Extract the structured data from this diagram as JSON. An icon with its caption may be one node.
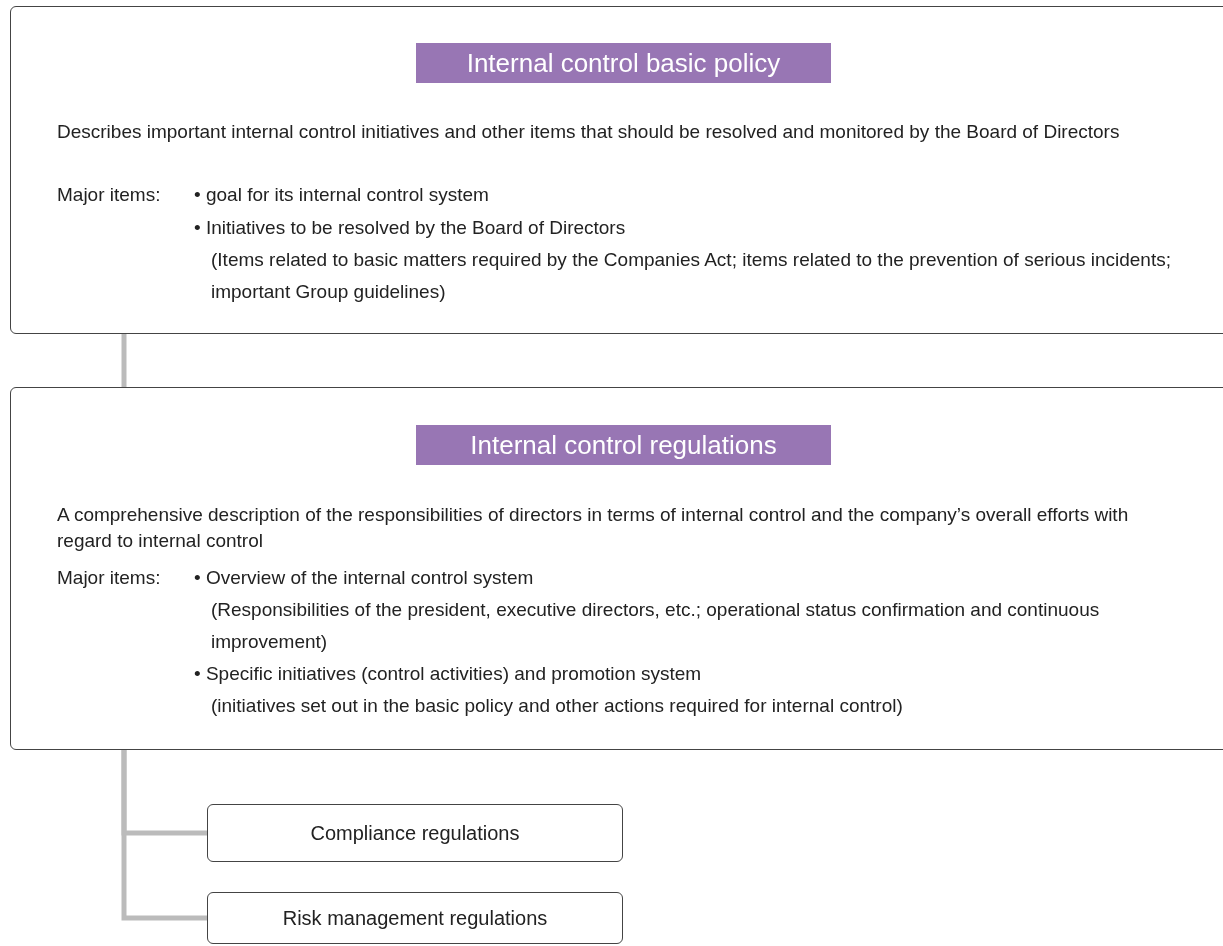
{
  "diagram": {
    "nodes": [
      {
        "text": [
          "Internal control basic policy",
          "Describes important internal control initiatives and other items that should be resolved and monitored by the Board of Directors",
          "Major items:",
          "• goal for its internal control system",
          "• Initiatives to be resolved by the Board of Directors",
          "(Items related to basic matters required by the Companies Act; items related to the prevention of serious incidents; important Group guidelines)"
        ]
      },
      {
        "text": [
          "Internal control regulations",
          "A comprehensive description of the responsibilities of directors in terms of internal control and the company’s overall efforts with regard to internal control",
          "Major items:",
          "• Overview of the internal control system",
          "(Responsibilities of the president, executive directors, etc.; operational status confirmation and continuous improvement)",
          "• Specific initiatives (control activities) and promotion system",
          "(initiatives set out in the basic policy and other actions required for internal control)"
        ]
      },
      {
        "text": [
          "Compliance regulations"
        ]
      },
      {
        "text": [
          "Risk management regulations"
        ]
      }
    ],
    "edges": [
      {
        "from": 0,
        "to": 1,
        "arrow": "none"
      },
      {
        "from": 1,
        "to": 2,
        "arrow": "none"
      },
      {
        "from": 1,
        "to": 3,
        "arrow": "none"
      }
    ]
  }
}
